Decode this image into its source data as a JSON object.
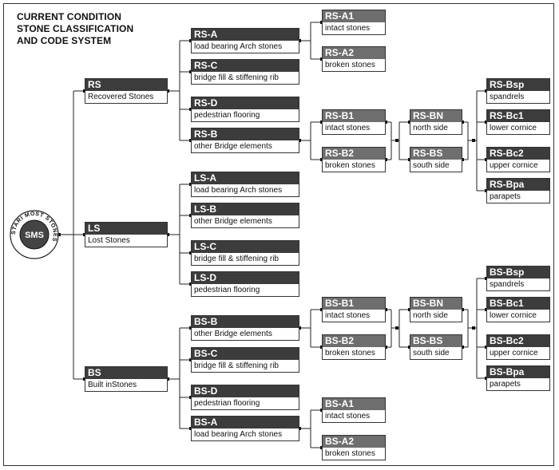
{
  "title": "CURRENT CONDITION\nSTONE CLASSIFICATION\nAND CODE SYSTEM",
  "logo": {
    "center": "SMS",
    "ring": "STARI MOST STONES"
  },
  "nodes": {
    "rs": {
      "code": "RS",
      "desc": "Recovered Stones"
    },
    "ls": {
      "code": "LS",
      "desc": "Lost Stones"
    },
    "bs": {
      "code": "BS",
      "desc": "Built inStones"
    },
    "rs_a": {
      "code": "RS-A",
      "desc": "load bearing Arch stones"
    },
    "rs_c": {
      "code": "RS-C",
      "desc": "bridge fill & stiffening rib"
    },
    "rs_d": {
      "code": "RS-D",
      "desc": "pedestrian flooring"
    },
    "rs_b": {
      "code": "RS-B",
      "desc": "other Bridge elements"
    },
    "rs_a1": {
      "code": "RS-A1",
      "desc": "intact stones"
    },
    "rs_a2": {
      "code": "RS-A2",
      "desc": "broken stones"
    },
    "rs_b1": {
      "code": "RS-B1",
      "desc": "intact stones"
    },
    "rs_b2": {
      "code": "RS-B2",
      "desc": "broken stones"
    },
    "rs_bn": {
      "code": "RS-BN",
      "desc": "north side"
    },
    "rs_bs": {
      "code": "RS-BS",
      "desc": "south side"
    },
    "rs_bsp": {
      "code": "RS-Bsp",
      "desc": "spandrels"
    },
    "rs_bc1": {
      "code": "RS-Bc1",
      "desc": "lower cornice"
    },
    "rs_bc2": {
      "code": "RS-Bc2",
      "desc": "upper cornice"
    },
    "rs_bpa": {
      "code": "RS-Bpa",
      "desc": "parapets"
    },
    "ls_a": {
      "code": "LS-A",
      "desc": "load bearing Arch stones"
    },
    "ls_b": {
      "code": "LS-B",
      "desc": "other Bridge elements"
    },
    "ls_c": {
      "code": "LS-C",
      "desc": "bridge fill & stiffening rib"
    },
    "ls_d": {
      "code": "LS-D",
      "desc": "pedestrian flooring"
    },
    "bs_b": {
      "code": "BS-B",
      "desc": "other Bridge elements"
    },
    "bs_c": {
      "code": "BS-C",
      "desc": "bridge fill & stiffening rib"
    },
    "bs_d": {
      "code": "BS-D",
      "desc": "pedestrian flooring"
    },
    "bs_a": {
      "code": "BS-A",
      "desc": "load bearing Arch stones"
    },
    "bs_b1": {
      "code": "BS-B1",
      "desc": "intact stones"
    },
    "bs_b2": {
      "code": "BS-B2",
      "desc": "broken stones"
    },
    "bs_bn": {
      "code": "BS-BN",
      "desc": "north side"
    },
    "bs_bs": {
      "code": "BS-BS",
      "desc": "south side"
    },
    "bs_bsp": {
      "code": "BS-Bsp",
      "desc": "spandrels"
    },
    "bs_bc1": {
      "code": "BS-Bc1",
      "desc": "lower cornice"
    },
    "bs_bc2": {
      "code": "BS-Bc2",
      "desc": "upper cornice"
    },
    "bs_bpa": {
      "code": "BS-Bpa",
      "desc": "parapets"
    },
    "bs_a1": {
      "code": "BS-A1",
      "desc": "intact stones"
    },
    "bs_a2": {
      "code": "BS-A2",
      "desc": "broken stones"
    }
  }
}
